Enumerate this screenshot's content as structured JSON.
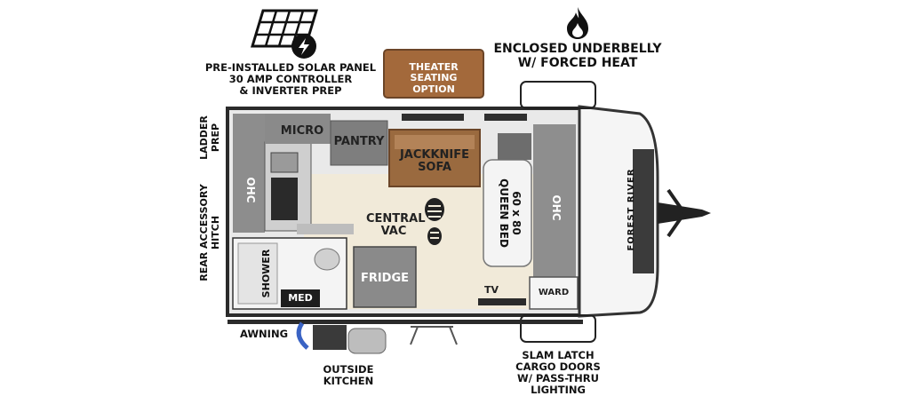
{
  "callouts": {
    "solar": [
      "PRE-INSTALLED SOLAR PANEL",
      "30 AMP CONTROLLER",
      "& INVERTER PREP"
    ],
    "underbelly": [
      "ENCLOSED UNDERBELLY",
      "W/ FORCED HEAT"
    ],
    "theater": [
      "THEATER",
      "SEATING",
      "OPTION"
    ],
    "ladder": [
      "LADDER",
      "PREP"
    ],
    "hitch": [
      "REAR ACCESSORY",
      "HITCH"
    ],
    "awning": "AWNING",
    "outside_kitchen": [
      "OUTSIDE",
      "KITCHEN"
    ],
    "cargo": [
      "SLAM LATCH",
      "CARGO DOORS",
      "W/ PASS-THRU",
      "LIGHTING"
    ]
  },
  "rooms": {
    "micro": "MICRO",
    "pantry": "PANTRY",
    "sofa": [
      "JACKKNIFE",
      "SOFA"
    ],
    "ohc_rear": "OHC",
    "ohc_front": "OHC",
    "central_vac": [
      "CENTRAL",
      "VAC"
    ],
    "bed": [
      "60 x 80",
      "QUEEN BED"
    ],
    "shower": "SHOWER",
    "med": "MED",
    "fridge": "FRIDGE",
    "tv": "TV",
    "ward": "WARD",
    "brand": "FOREST RIVER"
  },
  "icons": [
    "solar-panel-icon",
    "flame-icon",
    "footprint-icon"
  ],
  "colors": {
    "cabinet": "#8c8c8c",
    "wall": "#3a3a3a",
    "floor": "#f1ead9",
    "sofa": "#9a6a3f",
    "bed": "#f2f2f2"
  }
}
